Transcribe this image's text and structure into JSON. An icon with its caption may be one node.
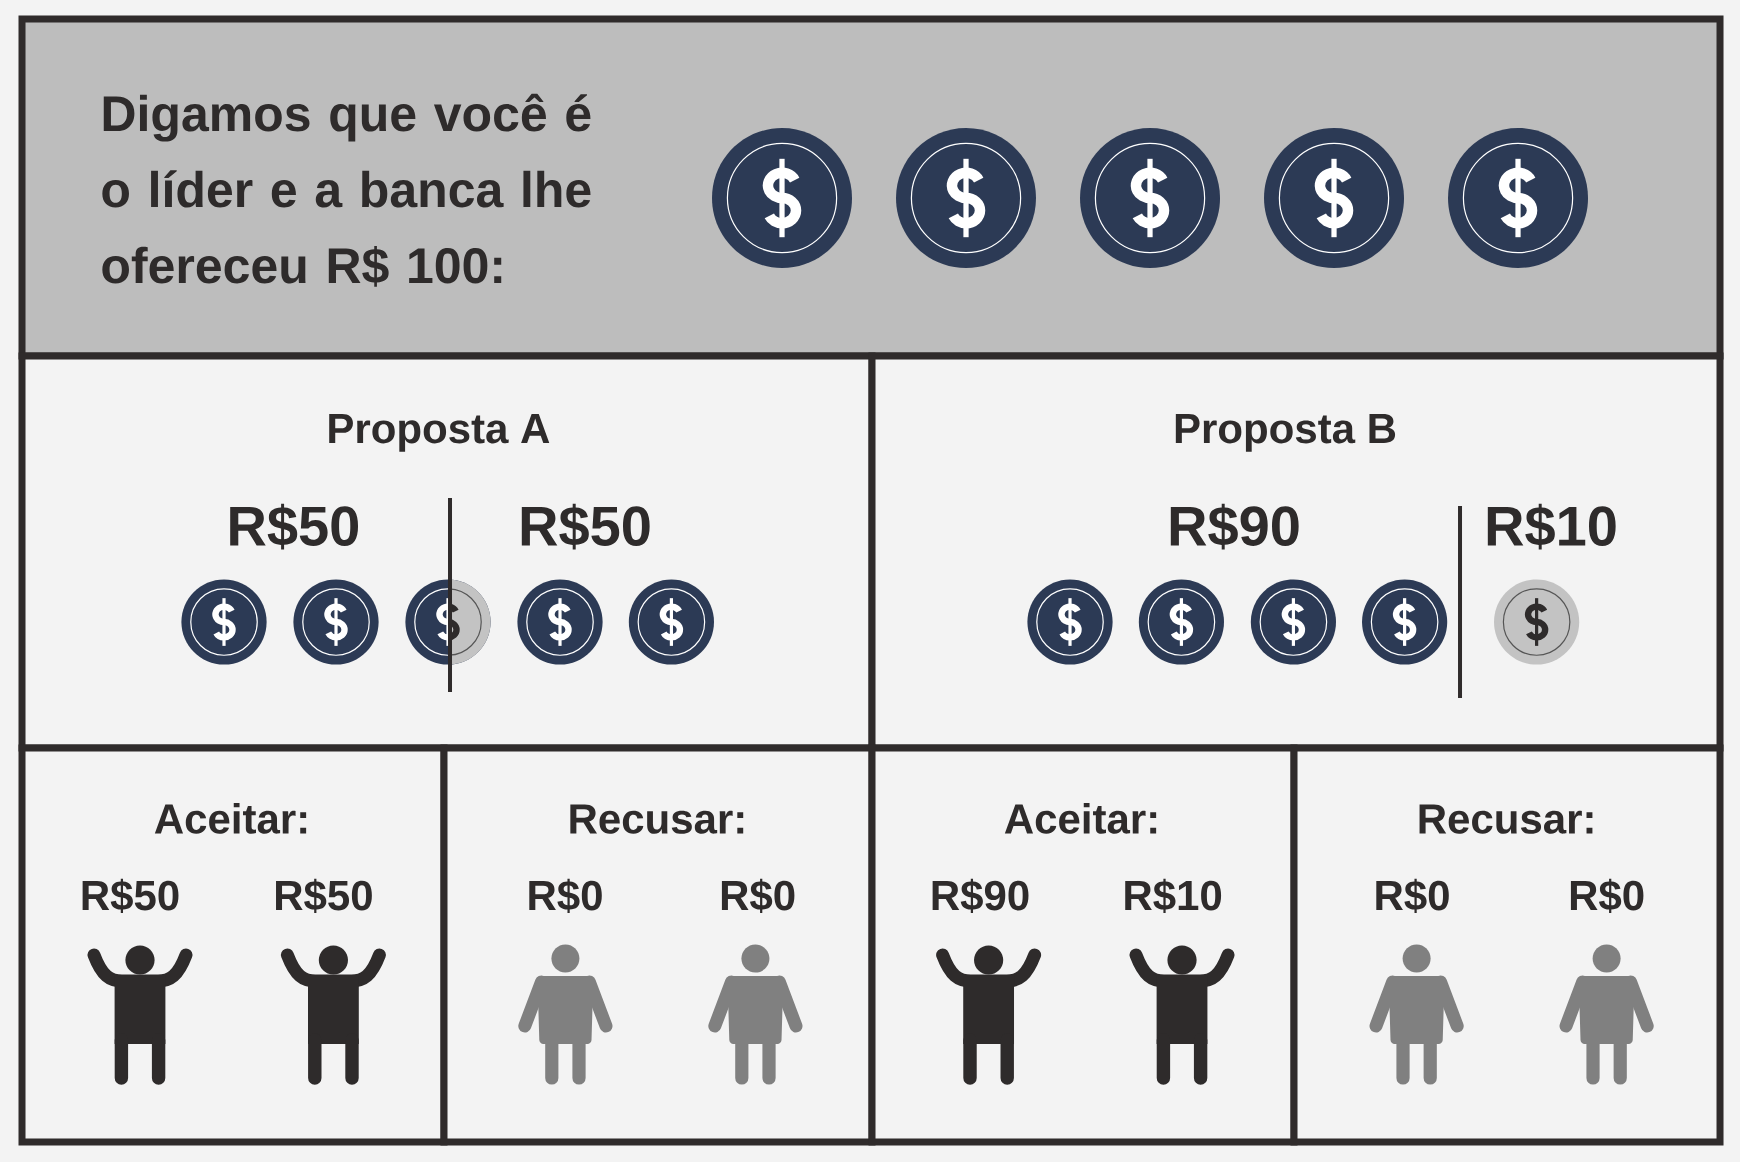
{
  "diagram": {
    "nodes": [
      {
        "text": [
          "Digamos que você é o líder e a banca lhe ofereceu R$ 100:"
        ]
      },
      {
        "text": [
          "Proposta A",
          "R$50",
          "R$50"
        ]
      },
      {
        "text": [
          "Proposta B",
          "R$90",
          "R$10"
        ]
      },
      {
        "text": [
          "Aceitar:",
          "R$50",
          "R$50"
        ]
      },
      {
        "text": [
          "Recusar:",
          "R$0",
          "R$0"
        ]
      },
      {
        "text": [
          "Aceitar:",
          "R$90",
          "R$10"
        ]
      },
      {
        "text": [
          "Recusar:",
          "R$0",
          "R$0"
        ]
      }
    ]
  }
}
